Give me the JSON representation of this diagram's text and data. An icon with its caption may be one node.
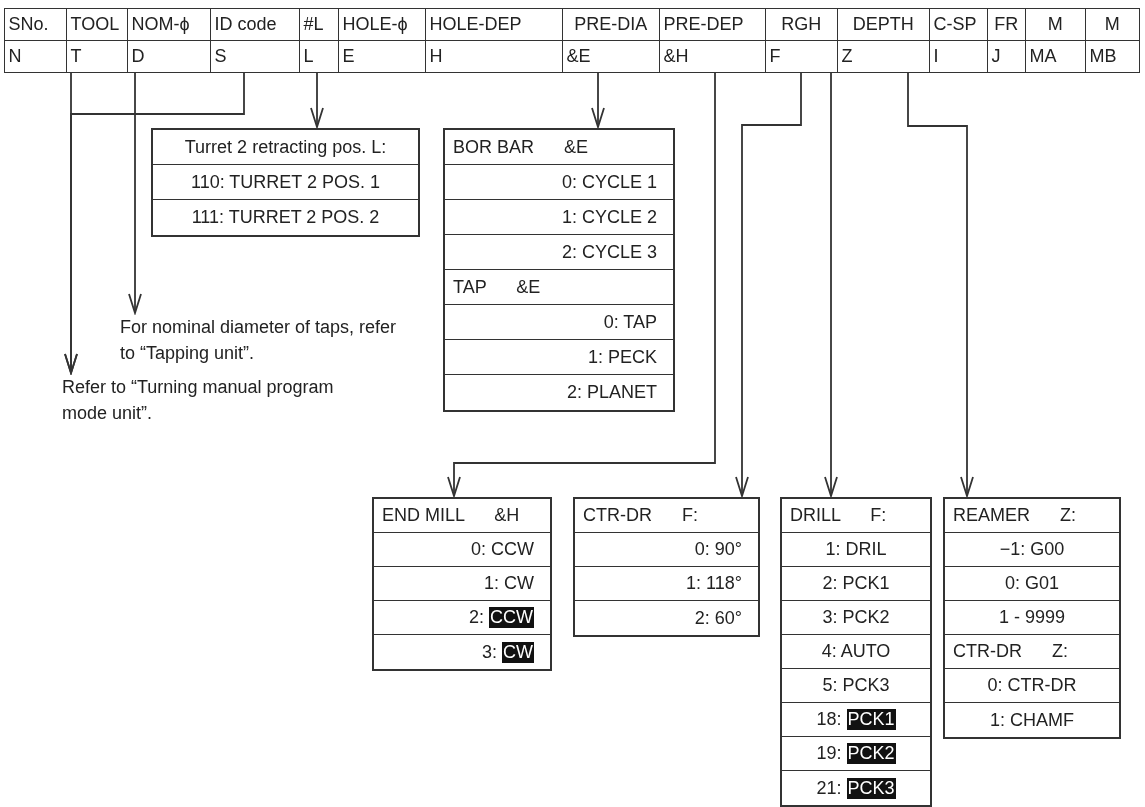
{
  "diagram": {
    "nodes": [
      {
        "text": [
          "SNo.",
          "N"
        ]
      },
      {
        "text": [
          "TOOL",
          "T"
        ]
      },
      {
        "text": [
          "NOM-ϕ",
          "D"
        ]
      },
      {
        "text": [
          "ID code",
          "S"
        ]
      },
      {
        "text": [
          "#L",
          "L"
        ]
      },
      {
        "text": [
          "HOLE-ϕ",
          "E"
        ]
      },
      {
        "text": [
          "HOLE-DEP",
          "H"
        ]
      },
      {
        "text": [
          "PRE-DIA",
          "&E"
        ]
      },
      {
        "text": [
          "PRE-DEP",
          "&H"
        ]
      },
      {
        "text": [
          "RGH",
          "F"
        ]
      },
      {
        "text": [
          "DEPTH",
          "Z"
        ]
      },
      {
        "text": [
          "C-SP",
          "I"
        ]
      },
      {
        "text": [
          "FR",
          "J"
        ]
      },
      {
        "text": [
          "M",
          "MA"
        ]
      },
      {
        "text": [
          "M",
          "MB"
        ]
      },
      {
        "text": [
          "Turret 2 retracting pos. L:",
          "110: TURRET 2 POS. 1",
          "111: TURRET 2 POS. 2"
        ]
      },
      {
        "text": [
          "BOR BAR &E",
          "0: CYCLE 1",
          "1: CYCLE 2",
          "2: CYCLE 3",
          "TAP &E",
          "0: TAP",
          "1: PECK",
          "2: PLANET"
        ]
      },
      {
        "text": [
          "For nominal diameter of taps, refer to “Tapping unit”."
        ]
      },
      {
        "text": [
          "Refer to “Turning manual program mode unit”."
        ]
      },
      {
        "text": [
          "END MILL &H",
          "0: CCW",
          "1: CW",
          "2: CCW",
          "3: CW"
        ]
      },
      {
        "text": [
          "CTR-DR F:",
          "0: 90°",
          "1: 118°",
          "2: 60°"
        ]
      },
      {
        "text": [
          "DRILL F:",
          "1: DRIL",
          "2: PCK1",
          "3: PCK2",
          "4: AUTO",
          "5: PCK3",
          "18: PCK1",
          "19: PCK2",
          "21: PCK3"
        ]
      },
      {
        "text": [
          "REAMER Z:",
          "−1: G00",
          "0: G01",
          "1 - 9999",
          "CTR-DR Z:",
          "0: CTR-DR",
          "1: CHAMF"
        ]
      }
    ],
    "edges": [
      {
        "from": 1,
        "to": 18,
        "arrow": "to"
      },
      {
        "from": 3,
        "to": 18,
        "arrow": "to"
      },
      {
        "from": 2,
        "to": 17,
        "arrow": "to"
      },
      {
        "from": 4,
        "to": 15,
        "arrow": "to"
      },
      {
        "from": 7,
        "to": 16,
        "arrow": "to"
      },
      {
        "from": 8,
        "to": 19,
        "arrow": "to"
      },
      {
        "from": 9,
        "to": 20,
        "arrow": "to"
      },
      {
        "from": 9,
        "to": 21,
        "arrow": "to"
      },
      {
        "from": 10,
        "to": 22,
        "arrow": "to"
      }
    ]
  }
}
